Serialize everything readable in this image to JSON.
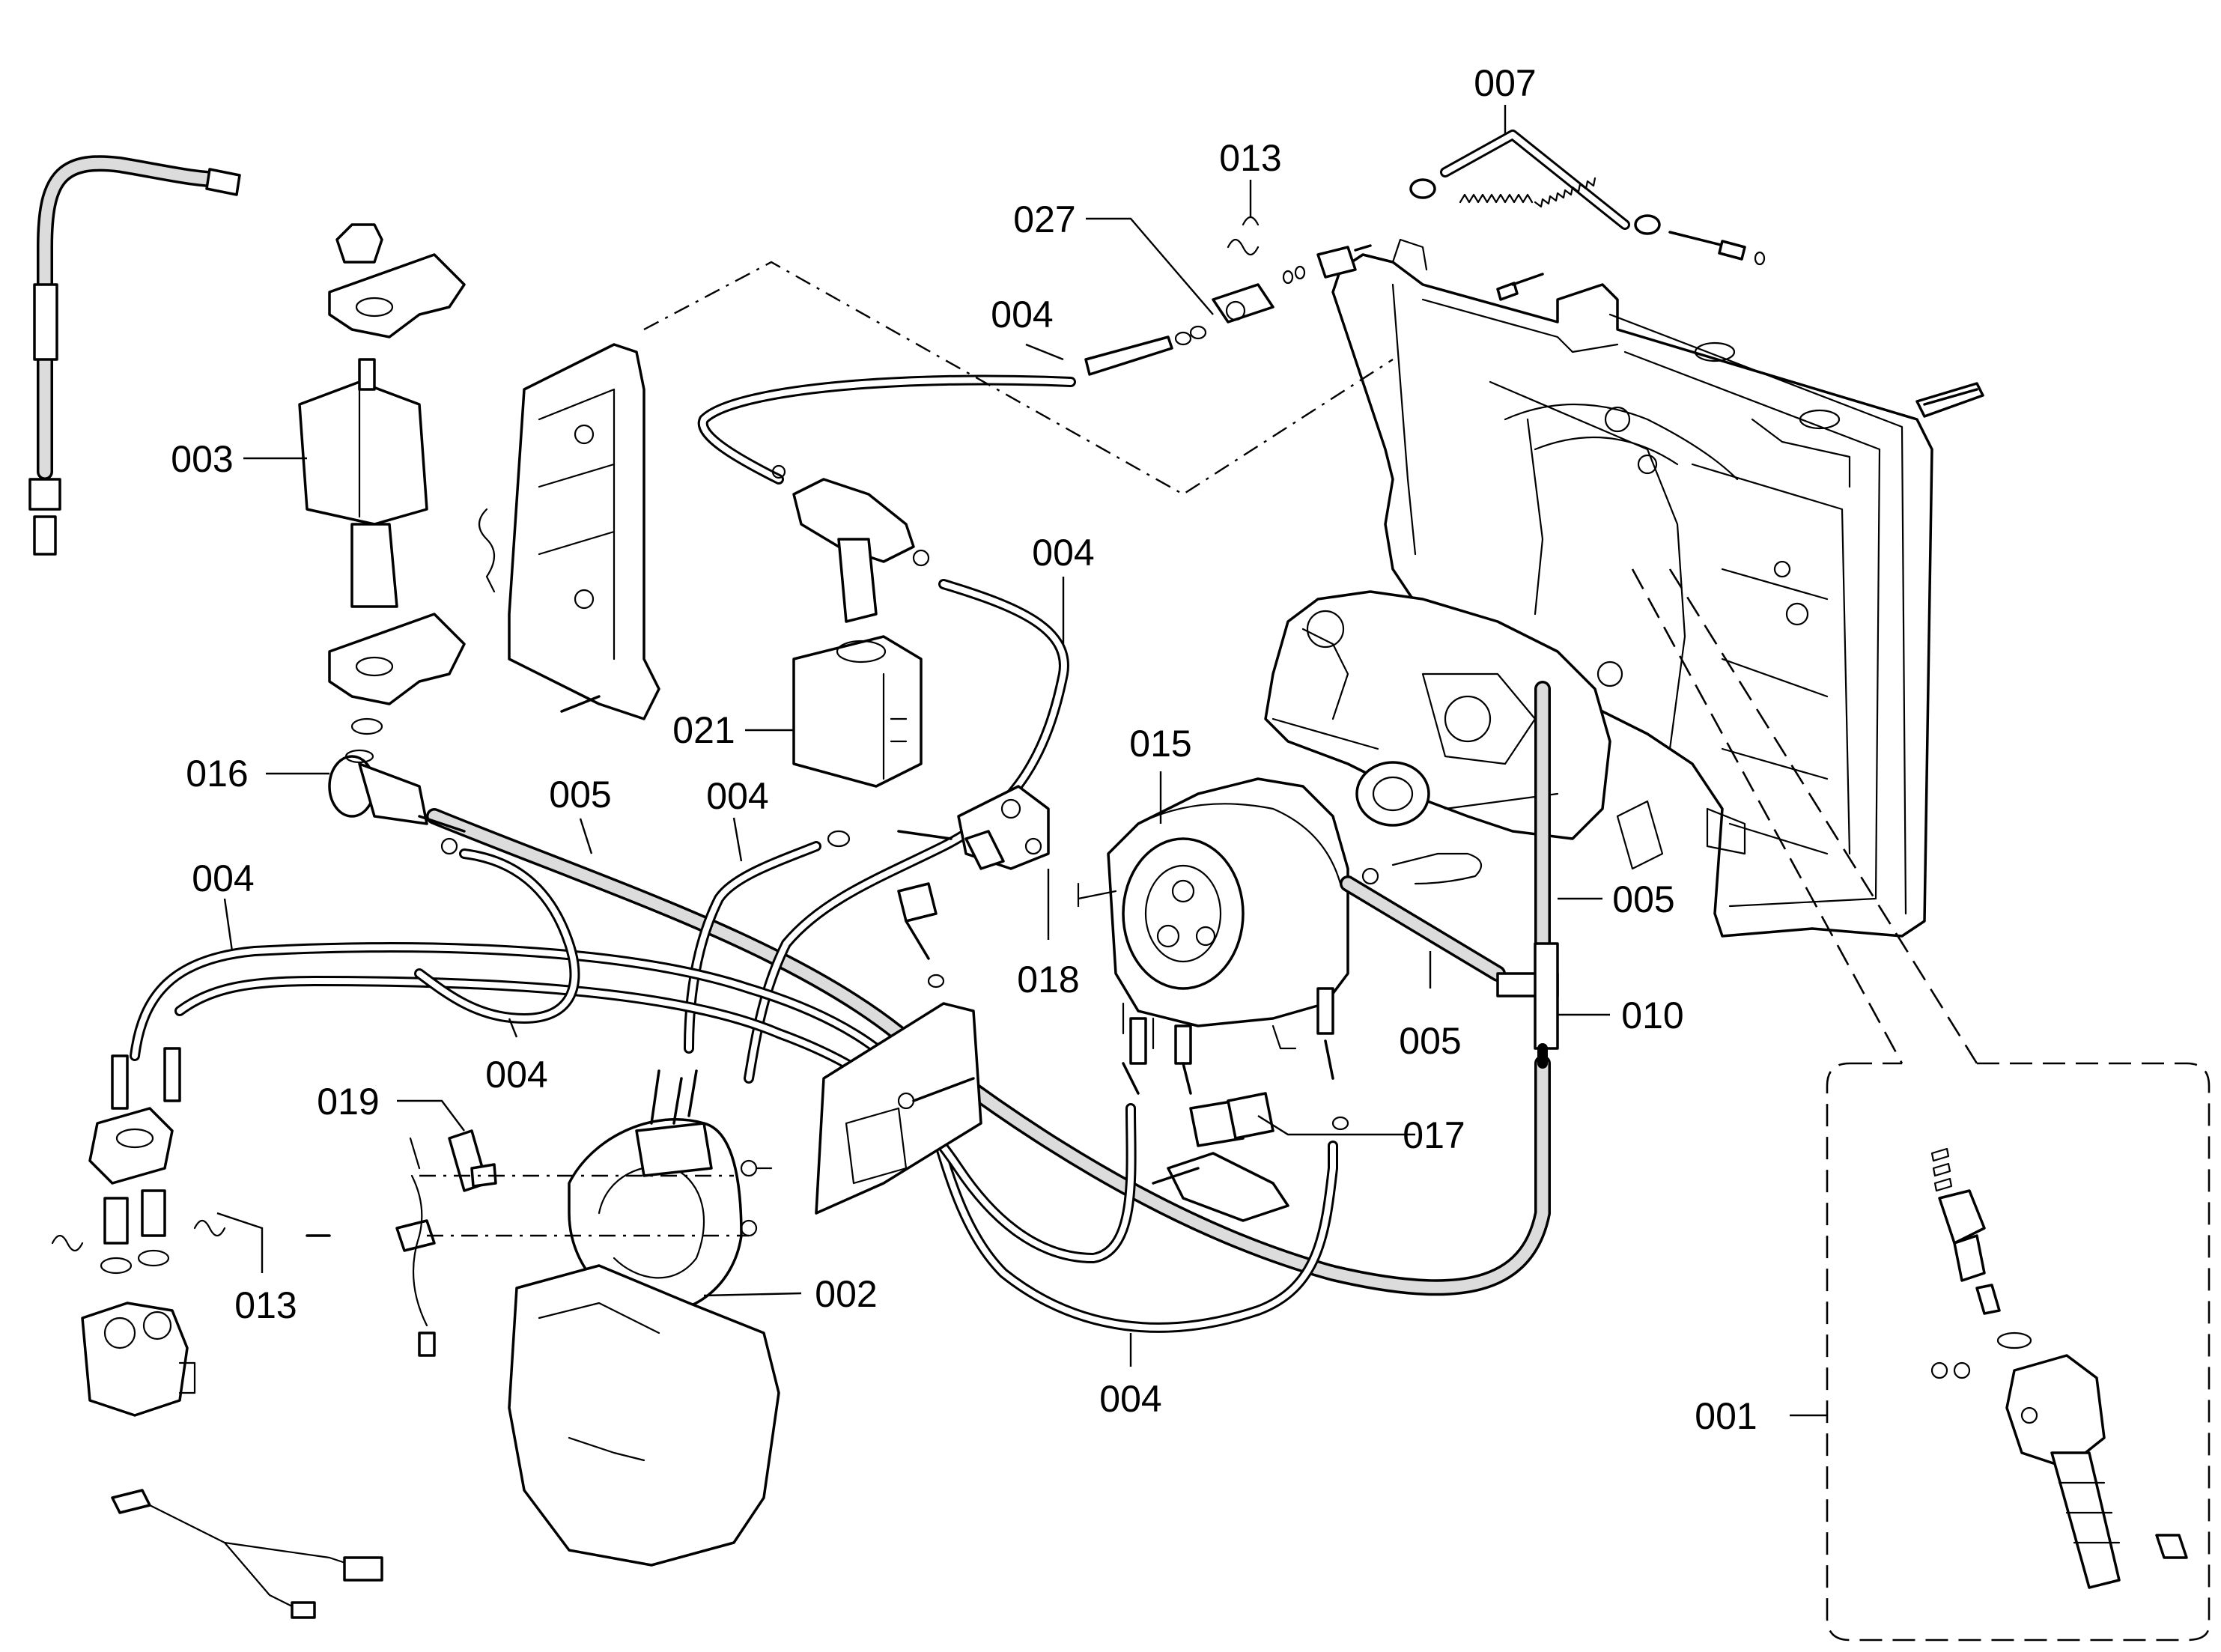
{
  "diagram": {
    "callouts": [
      {
        "id": "c-007",
        "label": "007"
      },
      {
        "id": "c-013-top",
        "label": "013"
      },
      {
        "id": "c-027",
        "label": "027"
      },
      {
        "id": "c-004-top",
        "label": "004"
      },
      {
        "id": "c-003",
        "label": "003"
      },
      {
        "id": "c-004-mid",
        "label": "004"
      },
      {
        "id": "c-021",
        "label": "021"
      },
      {
        "id": "c-015",
        "label": "015"
      },
      {
        "id": "c-016",
        "label": "016"
      },
      {
        "id": "c-005-left",
        "label": "005"
      },
      {
        "id": "c-004-center",
        "label": "004"
      },
      {
        "id": "c-004-left",
        "label": "004"
      },
      {
        "id": "c-005-right",
        "label": "005"
      },
      {
        "id": "c-018",
        "label": "018"
      },
      {
        "id": "c-010",
        "label": "010"
      },
      {
        "id": "c-005-lower",
        "label": "005"
      },
      {
        "id": "c-004-lower-left",
        "label": "004"
      },
      {
        "id": "c-019",
        "label": "019"
      },
      {
        "id": "c-017",
        "label": "017"
      },
      {
        "id": "c-013-bottom",
        "label": "013"
      },
      {
        "id": "c-002",
        "label": "002"
      },
      {
        "id": "c-001",
        "label": "001"
      },
      {
        "id": "c-004-bottom",
        "label": "004"
      }
    ]
  }
}
